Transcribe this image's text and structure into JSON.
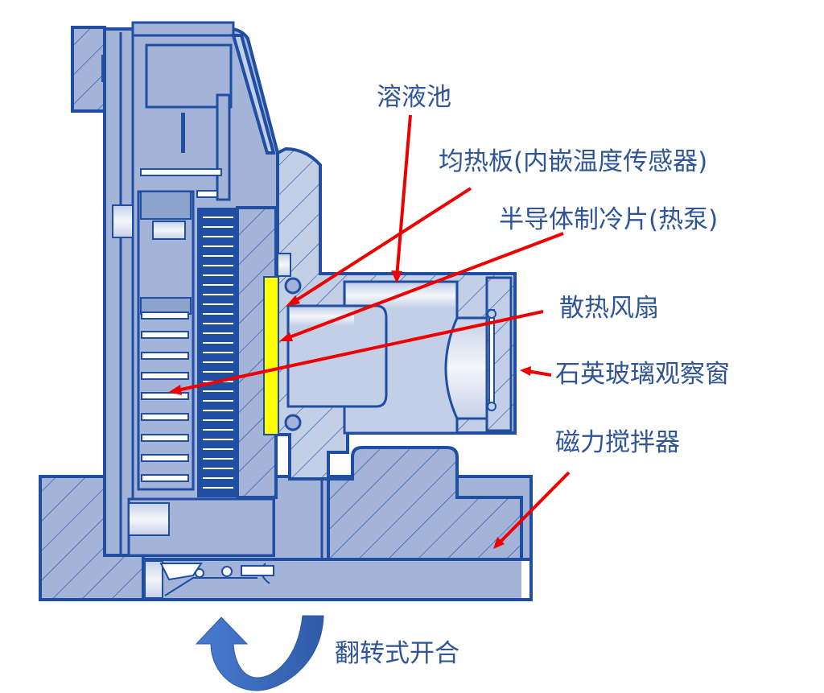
{
  "diagram": {
    "type": "mechanical cross-section",
    "colors": {
      "outline": "#1f4ea3",
      "fill": "#a3b4d8",
      "fill_light": "#c3cfe6",
      "highlight_plate": "#ffff00",
      "leader_line": "#ee0000",
      "label_text": "#2f5597",
      "flip_arrow": "#3d6cc0"
    },
    "labels": {
      "solution_pool": "溶液池",
      "heat_spreader": "均热板(内嵌温度传感器)",
      "tec": "半导体制冷片(热泵)",
      "cooling_fan": "散热风扇",
      "quartz_window": "石英玻璃观察窗",
      "magnetic_stirrer": "磁力搅拌器",
      "flip_open": "翻转式开合"
    },
    "icons": {
      "flip_arrow": "curved-u-arrow-icon"
    }
  }
}
